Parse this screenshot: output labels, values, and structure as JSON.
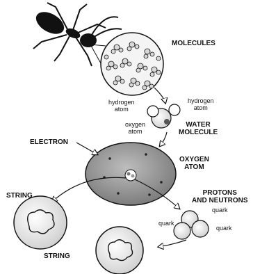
{
  "labels": {
    "molecules": "MOLECULES",
    "hydrogen_atom_left": "hydrogen\natom",
    "hydrogen_atom_right": "hydrogen\natom",
    "oxygen_atom": "oxygen\natom",
    "water_molecule": "WATER\nMOLECULE",
    "electron": "ELECTRON",
    "oxygen_big_atom": "OXYGEN\nATOM",
    "string_top": "STRING",
    "protons_neutrons": "PROTONS\nAND NEUTRONS",
    "quark_top": "quark",
    "quark_left": "quark",
    "quark_bottom": "quark",
    "string_bottom": "STRING"
  },
  "colors": {
    "ink": "#111111",
    "gray_disc": "#9a9a9a",
    "light_disc": "#e8e8e8"
  }
}
